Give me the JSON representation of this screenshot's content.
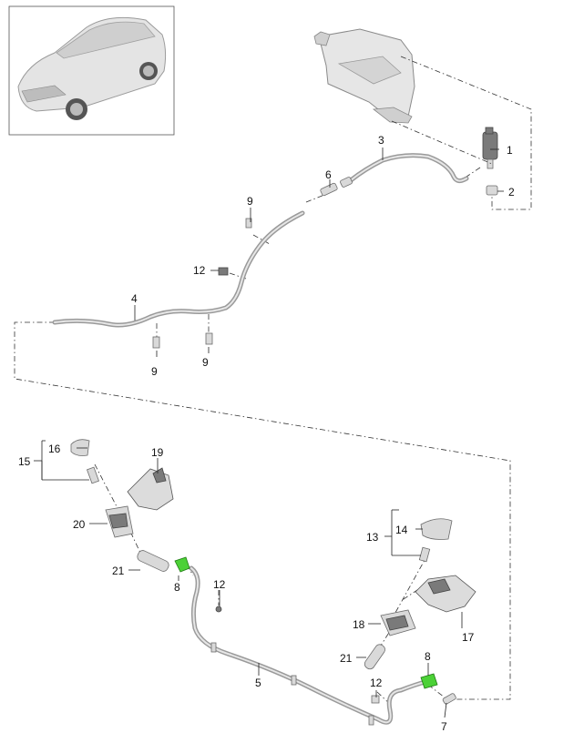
{
  "callouts": {
    "c1": "1",
    "c2": "2",
    "c3": "3",
    "c4": "4",
    "c5": "5",
    "c6": "6",
    "c7": "7",
    "c8a": "8",
    "c8b": "8",
    "c9a": "9",
    "c9b": "9",
    "c9c": "9",
    "c12a": "12",
    "c12b": "12",
    "c12c": "12",
    "c13": "13",
    "c14": "14",
    "c15": "15",
    "c16": "16",
    "c17": "17",
    "c18": "18",
    "c19": "19",
    "c20": "20",
    "c21a": "21",
    "c21b": "21"
  },
  "colors": {
    "hose": "#9a9a9a",
    "part_light": "#d9d9d9",
    "part_dark": "#7a7a7a",
    "highlight_green": "#4cd137",
    "text": "#111111"
  }
}
